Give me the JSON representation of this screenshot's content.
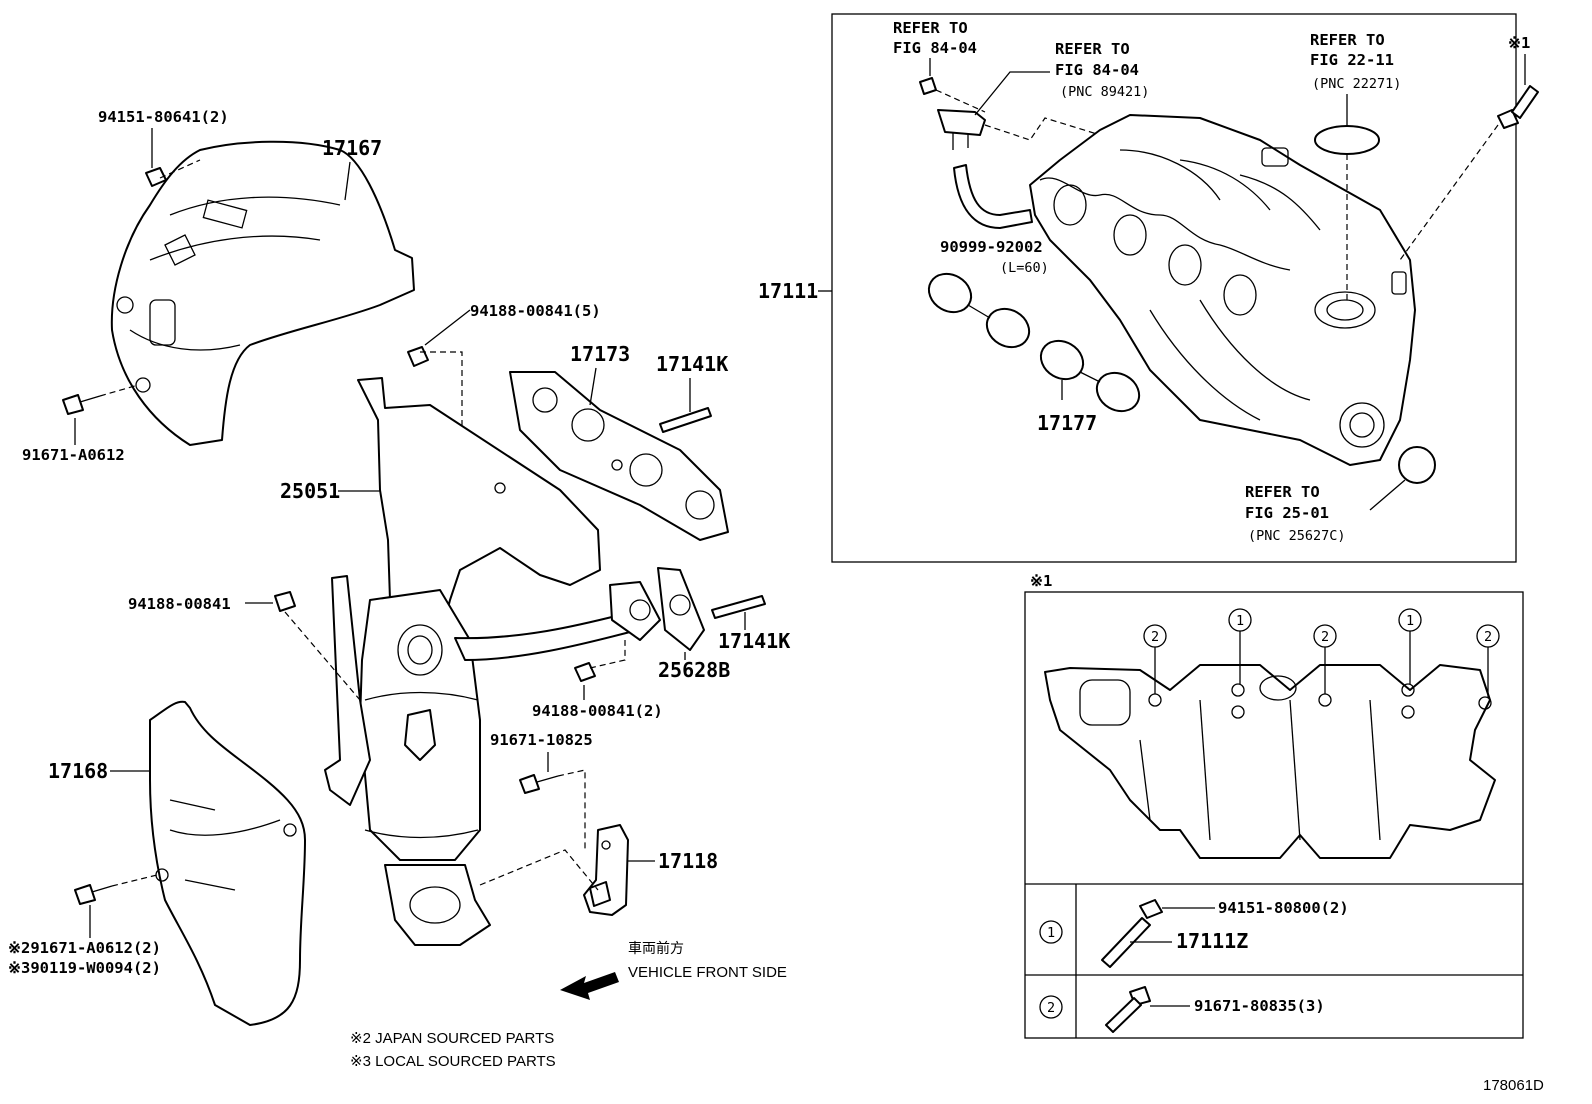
{
  "labels": {
    "p94151_80641": "94151-80641(2)",
    "p17167": "17167",
    "p91671_A0612": "91671-A0612",
    "p94188_00841_5": "94188-00841(5)",
    "p17173": "17173",
    "p17141K_top": "17141K",
    "p25051": "25051",
    "p94188_00841": "94188-00841",
    "p17141K_bot": "17141K",
    "p25628B": "25628B",
    "p94188_00841_2": "94188-00841(2)",
    "p91671_10825": "91671-10825",
    "p17168": "17168",
    "p17118": "17118",
    "note_2_91671": "※291671-A0612(2)",
    "note_3_90119": "※390119-W0094(2)",
    "vehicle_front_jp": "車両前方",
    "vehicle_front_en": "VEHICLE FRONT SIDE",
    "legend_japan": "※2 JAPAN SOURCED PARTS",
    "legend_local": "※3 LOCAL SOURCED PARTS",
    "p17111": "17111",
    "refer1_a": "REFER TO",
    "refer1_b": "FIG 84-04",
    "refer2_a": "REFER TO",
    "refer2_b": "FIG 84-04",
    "refer2_c": "(PNC 89421)",
    "refer3_a": "REFER TO",
    "refer3_b": "FIG 22-11",
    "refer3_c": "(PNC 22271)",
    "refer4_a": "REFER TO",
    "refer4_b": "FIG 25-01",
    "refer4_c": "(PNC 25627C)",
    "p90999_92002": "90999-92002",
    "p90999_len": "(L=60)",
    "p17177": "17177",
    "mark_1_top": "※1",
    "mark_1_box": "※1",
    "callout_1": "1",
    "callout_2": "2",
    "p94151_80800": "94151-80800(2)",
    "p17111Z": "17111Z",
    "p91671_80835": "91671-80835(3)",
    "figure_id": "178061D"
  }
}
